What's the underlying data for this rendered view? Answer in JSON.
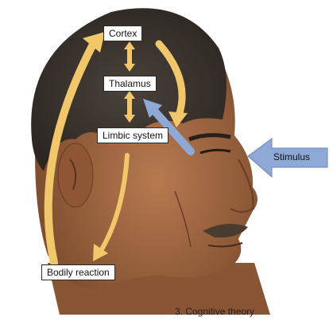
{
  "labels": {
    "cortex": "Cortex",
    "thalamus": "Thalamus",
    "limbic_system": "Limbic system",
    "bodily_reaction": "Bodily reaction",
    "stimulus": "Stimulus"
  },
  "caption": "3. Cognitive theory",
  "colors": {
    "yellow_arrow": "#f2c76a",
    "blue_arrow": "#8ea9d6",
    "skin": "#a26a44",
    "hair": "#3b3530",
    "background": "#ffffff"
  }
}
